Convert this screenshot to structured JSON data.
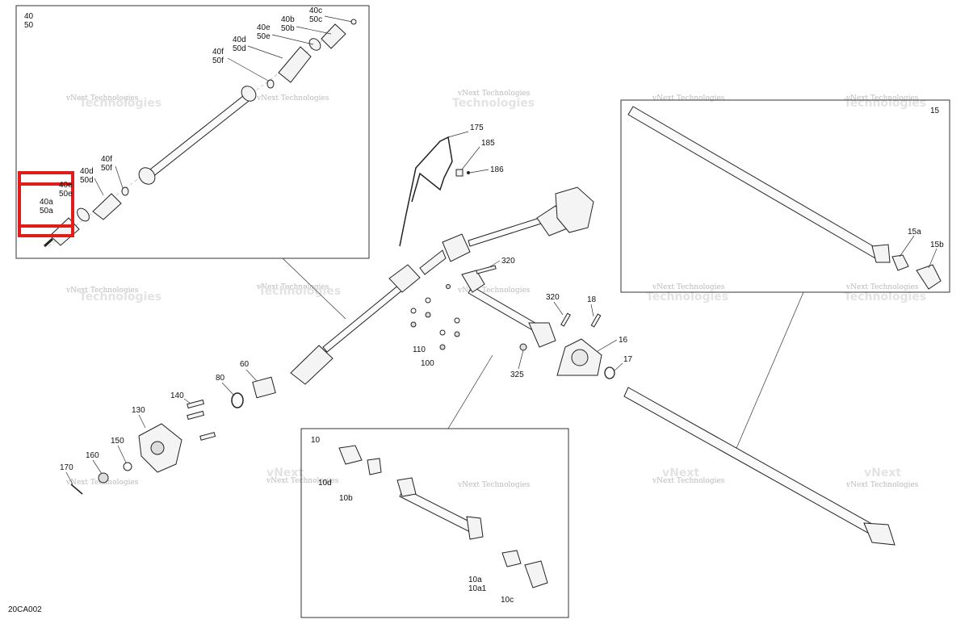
{
  "diagram_id": "20CA002",
  "watermark": {
    "line1": "vNext Technologies",
    "line2": "vNext",
    "line3": "Technologies"
  },
  "callouts": {
    "c40": "40",
    "c50": "50",
    "c40c": "40c",
    "c50c": "50c",
    "c40b": "40b",
    "c50b": "50b",
    "c40e": "40e",
    "c50e": "50e",
    "c40d_top": "40d",
    "c50d_top": "50d",
    "c40f_top": "40f",
    "c50f_top": "50f",
    "c40f_low": "40f",
    "c50f_low": "50f",
    "c40d_low": "40d",
    "c50d_low": "50d",
    "c40e_low": "40e",
    "c50e_low": "50e",
    "c40a": "40a",
    "c50a": "50a",
    "c175": "175",
    "c185": "185",
    "c186": "186",
    "c320a": "320",
    "c320b": "320",
    "c18": "18",
    "c16": "16",
    "c17": "17",
    "c325": "325",
    "c110": "110",
    "c100": "100",
    "c60": "60",
    "c80": "80",
    "c140": "140",
    "c130": "130",
    "c150": "150",
    "c160": "160",
    "c170": "170",
    "c15": "15",
    "c15a": "15a",
    "c15b": "15b",
    "c10": "10",
    "c10d": "10d",
    "c10b": "10b",
    "c10a": "10a",
    "c10a1": "10a1",
    "c10c": "10c"
  }
}
